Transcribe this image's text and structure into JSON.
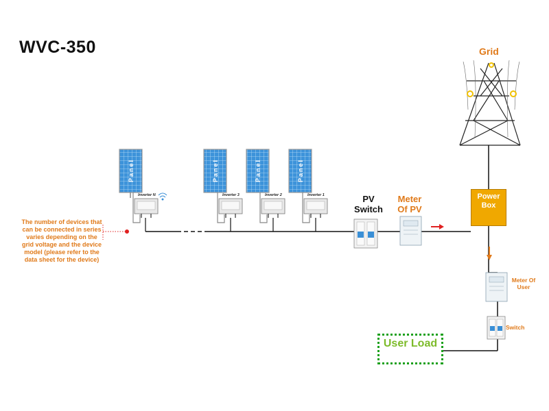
{
  "title": "WVC-350",
  "grid_label": "Grid",
  "panels": [
    {
      "panel_label": "Panel",
      "inverter_label": "Inverter N"
    },
    {
      "panel_label": "Panel",
      "inverter_label": "Inverter 3"
    },
    {
      "panel_label": "Panel",
      "inverter_label": "Inverter 2"
    },
    {
      "panel_label": "Panel",
      "inverter_label": "Inverter 1"
    }
  ],
  "pv_switch_label": "PV Switch",
  "meter_pv_label": "Meter Of PV",
  "power_box_label": "Power Box",
  "meter_user_label": "Meter Of User",
  "switch_label": "Switch",
  "user_load_label": "User Load",
  "note": "The number of devices that can be connected in series varies depending on the grid voltage and the device model (please refer to the data sheet for the device)",
  "colors": {
    "accent_orange": "#e07a1a",
    "power_box": "#f0a800",
    "user_load_border": "#1aa01a",
    "panel_blue": "#3a8fd6",
    "arrow_red": "#e02020"
  }
}
